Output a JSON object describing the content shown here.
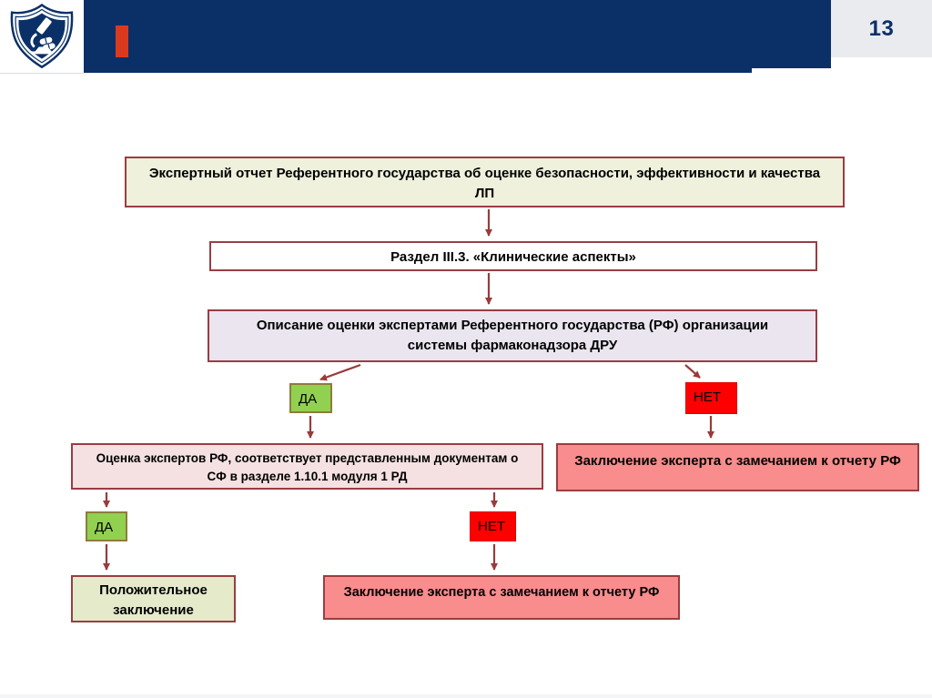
{
  "slide": {
    "page_number": "13",
    "logo_icon": "shield-microscope-logo"
  },
  "colors": {
    "header_navy": "#0b3068",
    "accent_red": "#d93a1e",
    "page_number_bg": "#e9ebef",
    "box_border_dark_red": "#9a3d42",
    "arrow_dark_red": "#9a3a3a",
    "yes_green": "#92d050",
    "yes_border_olive": "#8e7c3c",
    "no_red": "#fe0000",
    "report_fill": "#eff1dc",
    "section_fill": "#ffffff",
    "description_fill": "#eae5ee",
    "assessment_fill": "#f5e1e2",
    "remark_fill": "#f98c8c",
    "positive_fill": "#e5eacb"
  },
  "flowchart": {
    "report_box": "Экспертный отчет Референтного государства об оценке безопасности, эффективности и качества ЛП",
    "section_box": "Раздел III.3. «Клинические аспекты»",
    "description_box": "Описание оценки экспертами Референтного государства (РФ) организации системы фармаконадзора ДРУ",
    "decision_top": {
      "yes": "ДА",
      "no": "НЕТ"
    },
    "assessment_box": "Оценка экспертов РФ, соответствует представленным документам о СФ в разделе 1.10.1 модуля 1 РД",
    "remark_box_right": "Заключение эксперта с замечанием к отчету РФ",
    "decision_bottom": {
      "yes": "ДА",
      "no": "НЕТ"
    },
    "positive_box": "Положительное заключение",
    "remark_box_bottom": "Заключение эксперта с замечанием к отчету РФ"
  }
}
